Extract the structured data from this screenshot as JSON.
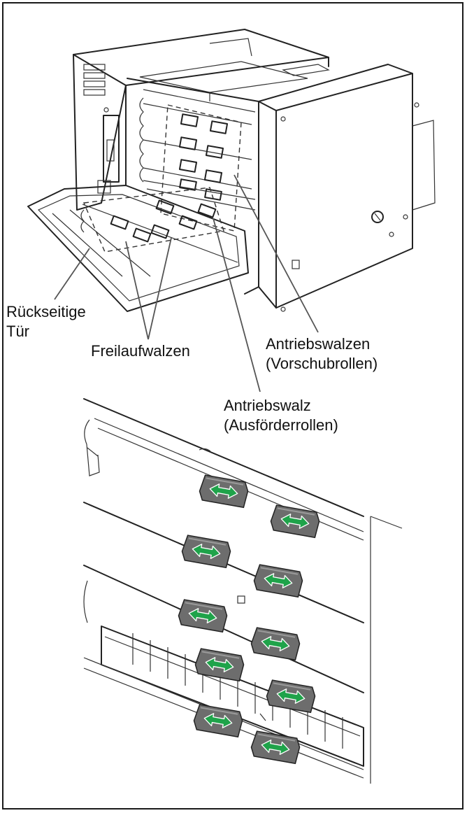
{
  "labels": {
    "rear_door_line1": "Rückseitige",
    "rear_door_line2": "Tür",
    "idle_rollers": "Freilaufwalzen",
    "drive_rollers_line1": "Antriebswalzen",
    "drive_rollers_line2": "(Vorschubrollen)",
    "drive_roller_out_line1": "Antriebswalz",
    "drive_roller_out_line2": "(Ausförderrollen)"
  },
  "colors": {
    "outline": "#222222",
    "roller_grey": "#6d6d6d",
    "arrow_green": "#1fa34a"
  },
  "icons": {
    "roller_arrow": "double-arrow-icon"
  }
}
